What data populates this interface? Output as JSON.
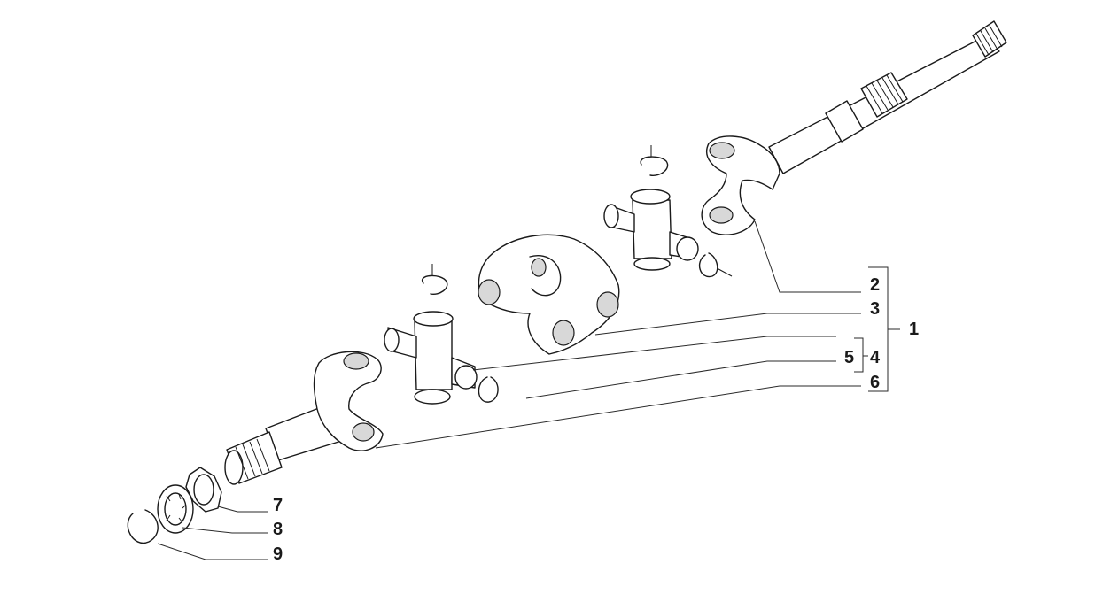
{
  "callouts": {
    "c1": "1",
    "c2": "2",
    "c3": "3",
    "c4": "4",
    "c5": "5",
    "c6": "6",
    "c7": "7",
    "c8": "8",
    "c9": "9"
  },
  "colors": {
    "line": "#1a1a1a",
    "shade": "#d8d8d8",
    "background": "#ffffff"
  }
}
